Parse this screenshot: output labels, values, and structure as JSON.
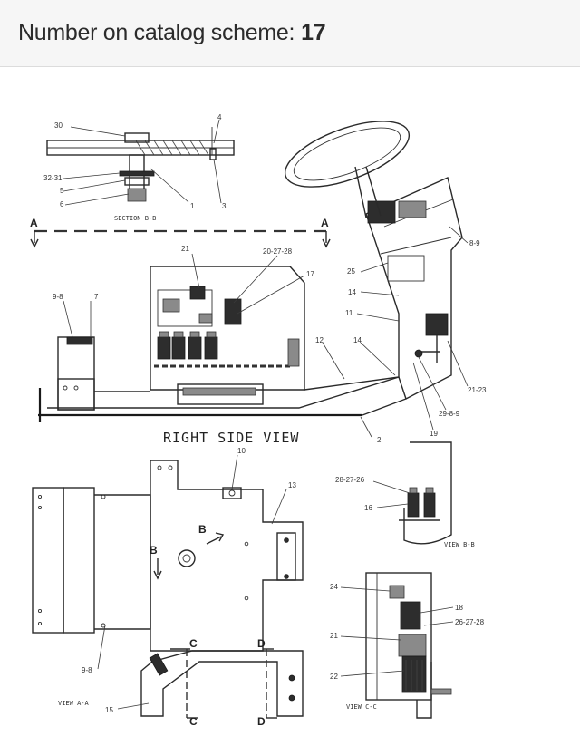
{
  "header": {
    "label": "Number on catalog scheme:",
    "number": "17"
  },
  "diagram": {
    "views": {
      "section_b": "SECTION B-B",
      "right_side": "RIGHT SIDE VIEW",
      "view_a": "VIEW A-A",
      "view_b": "VIEW B-B",
      "view_c": "VIEW C-C"
    },
    "section_markers": {
      "a": "A",
      "b": "B",
      "c": "C",
      "d": "D"
    },
    "callouts": {
      "c30": "30",
      "c4": "4",
      "c3231": "32-31",
      "c5": "5",
      "c6": "6",
      "c1": "1",
      "c3": "3",
      "c89": "8-9",
      "c21a": "21",
      "c202728a": "20-27-28",
      "c17": "17",
      "c25": "25",
      "c14a": "14",
      "c11": "11",
      "c98a": "9-8",
      "c7": "7",
      "c12": "12",
      "c14b": "14",
      "c2123": "21-23",
      "c2989": "29-8-9",
      "c19": "19",
      "c2": "2",
      "c10": "10",
      "c13": "13",
      "c282726": "28-27-26",
      "c16": "16",
      "c98b": "9-8",
      "c15": "15",
      "c24": "24",
      "c18": "18",
      "c262728": "26-27-28",
      "c21b": "21",
      "c22": "22"
    }
  }
}
